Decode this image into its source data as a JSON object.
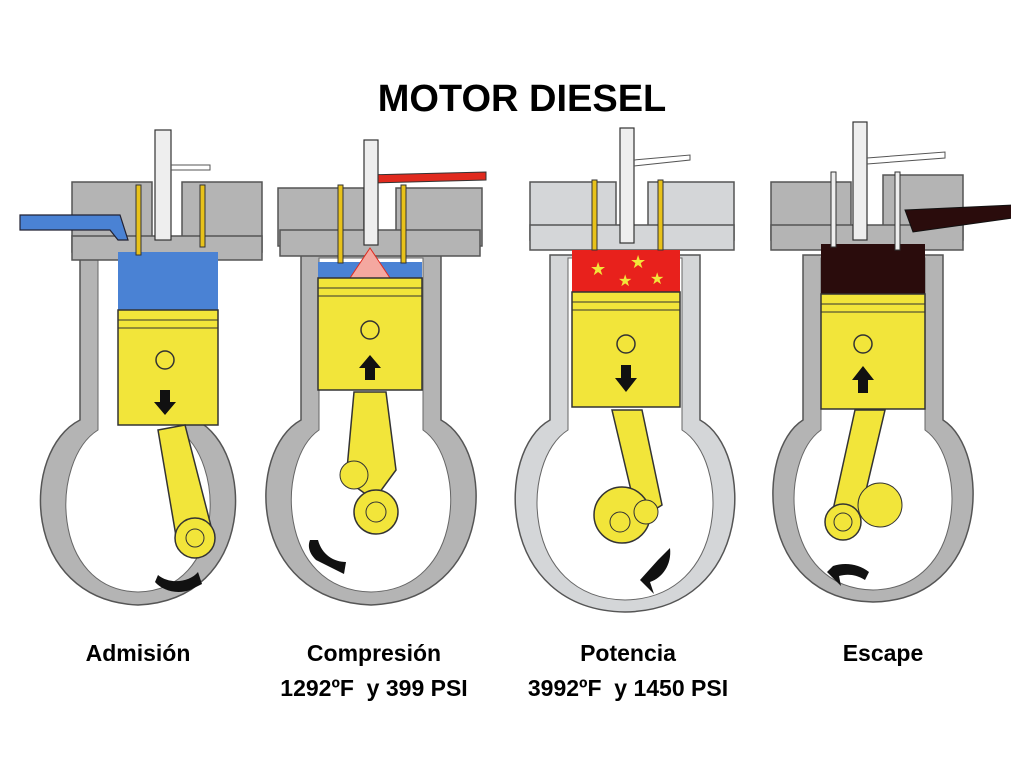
{
  "title": "MOTOR DIESEL",
  "colors": {
    "intake": "#4a82d4",
    "piston": "#f2e53a",
    "fuel": "#e02a1e",
    "combustion": "#e8211c",
    "exhaust": "#2a0c0c",
    "block": "#b4b4b4",
    "block_light": "#d4d6d8"
  },
  "stages": [
    {
      "label": "Admisión",
      "detail": "",
      "gas": "intake",
      "piston_dir": "down",
      "crank_icon": "rotation-arrow-icon"
    },
    {
      "label": "Compresión",
      "detail": "1292ºF  y 399 PSI",
      "gas": "compressed",
      "piston_dir": "up",
      "crank_icon": "rotation-arrow-icon"
    },
    {
      "label": "Potencia",
      "detail": "3992ºF  y 1450 PSI",
      "gas": "combustion",
      "piston_dir": "down",
      "crank_icon": "rotation-arrow-icon"
    },
    {
      "label": "Escape",
      "detail": "",
      "gas": "exhaust",
      "piston_dir": "up",
      "crank_icon": "rotation-arrow-icon"
    }
  ]
}
